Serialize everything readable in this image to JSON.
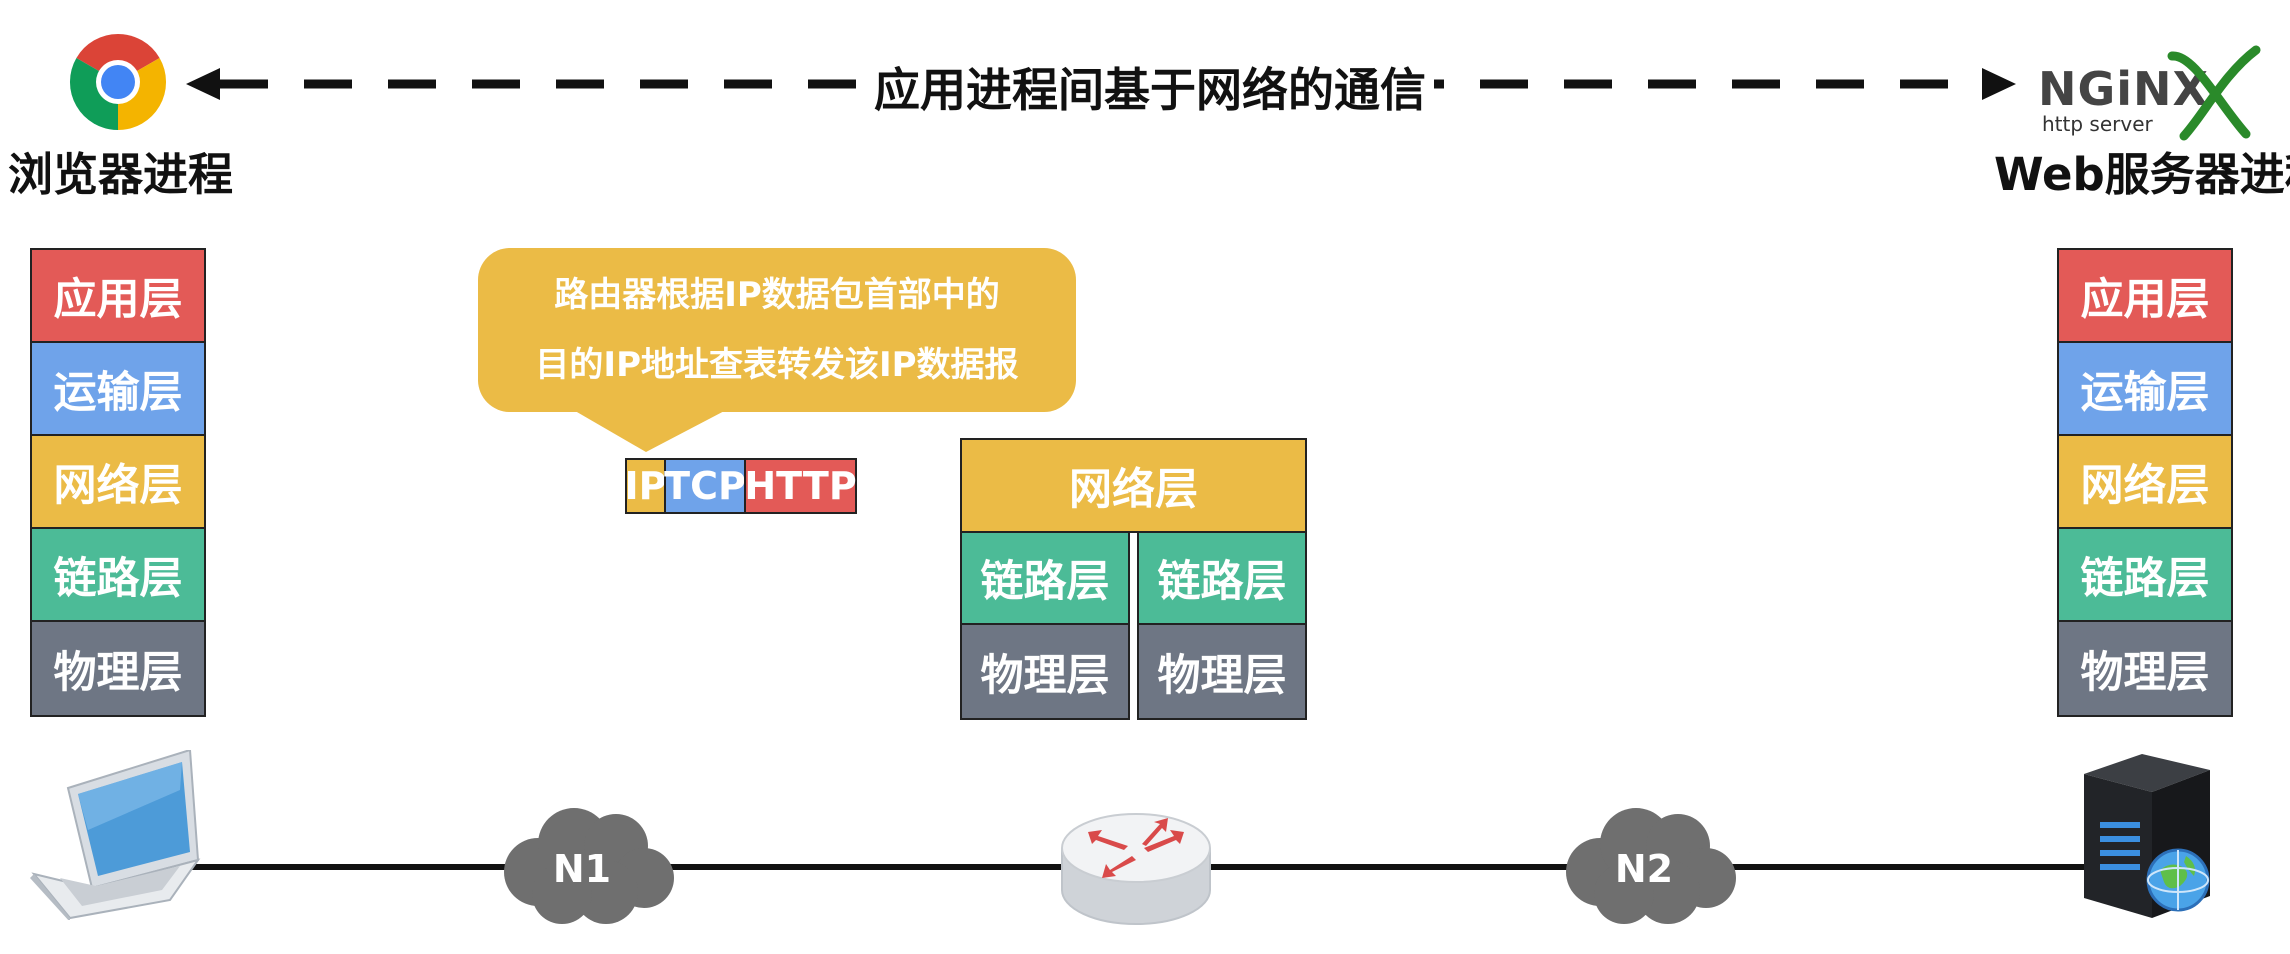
{
  "top": {
    "left_process": "浏览器进程",
    "right_process": "Web服务器进程",
    "communication": "应用进程间基于网络的通信",
    "nginx_logo": "NGiNX",
    "nginx_sub": "http server"
  },
  "left_stack": [
    "应用层",
    "运输层",
    "网络层",
    "链路层",
    "物理层"
  ],
  "right_stack": [
    "应用层",
    "运输层",
    "网络层",
    "链路层",
    "物理层"
  ],
  "router_stack": {
    "network": "网络层",
    "link_left": "链路层",
    "link_right": "链路层",
    "phy_left": "物理层",
    "phy_right": "物理层"
  },
  "callout": {
    "line1": "路由器根据IP数据包首部中的",
    "line2": "目的IP地址查表转发该IP数据报"
  },
  "packet": {
    "ip": "IP",
    "tcp": "TCP",
    "http": "HTTP"
  },
  "network": {
    "n1": "N1",
    "n2": "N2"
  },
  "colors": {
    "application": "#e35a57",
    "transport": "#6fa3ea",
    "network": "#ebbb46",
    "link": "#4cbb97",
    "physical": "#6e7684"
  }
}
